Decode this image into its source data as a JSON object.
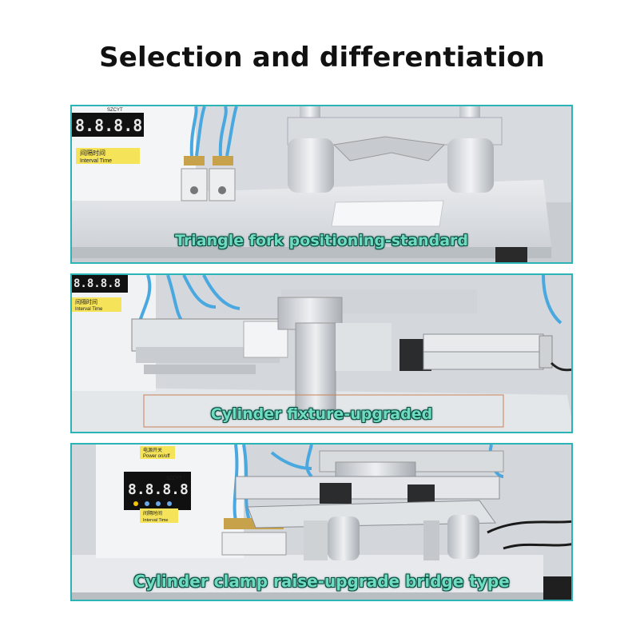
{
  "title": "Selection and differentiation",
  "panels": [
    {
      "caption": "Triangle fork positioning-standard",
      "controller": {
        "brand": "SZCYT",
        "display": "8.8.8.8",
        "label_cn": "间隔时间",
        "label_en": "Interval Time"
      }
    },
    {
      "caption": "Cylinder fixture-upgraded",
      "controller": {
        "display": "8.8.8.8",
        "label_cn": "间隔时间",
        "label_en": "Interval Time"
      }
    },
    {
      "caption": "Cylinder clamp raise-upgrade bridge type",
      "controller": {
        "brand": "SZCYT",
        "display": "8.8.8.8",
        "label_cn": "间隔时间",
        "label_en": "Interval Time",
        "power_cn": "电源开关",
        "power_en": "Power on/off"
      }
    }
  ],
  "colors": {
    "frame": "#2bb3b6",
    "caption_text": "#6fdcc0",
    "caption_outline": "#0b4f43",
    "tube": "#4aa8e0"
  }
}
